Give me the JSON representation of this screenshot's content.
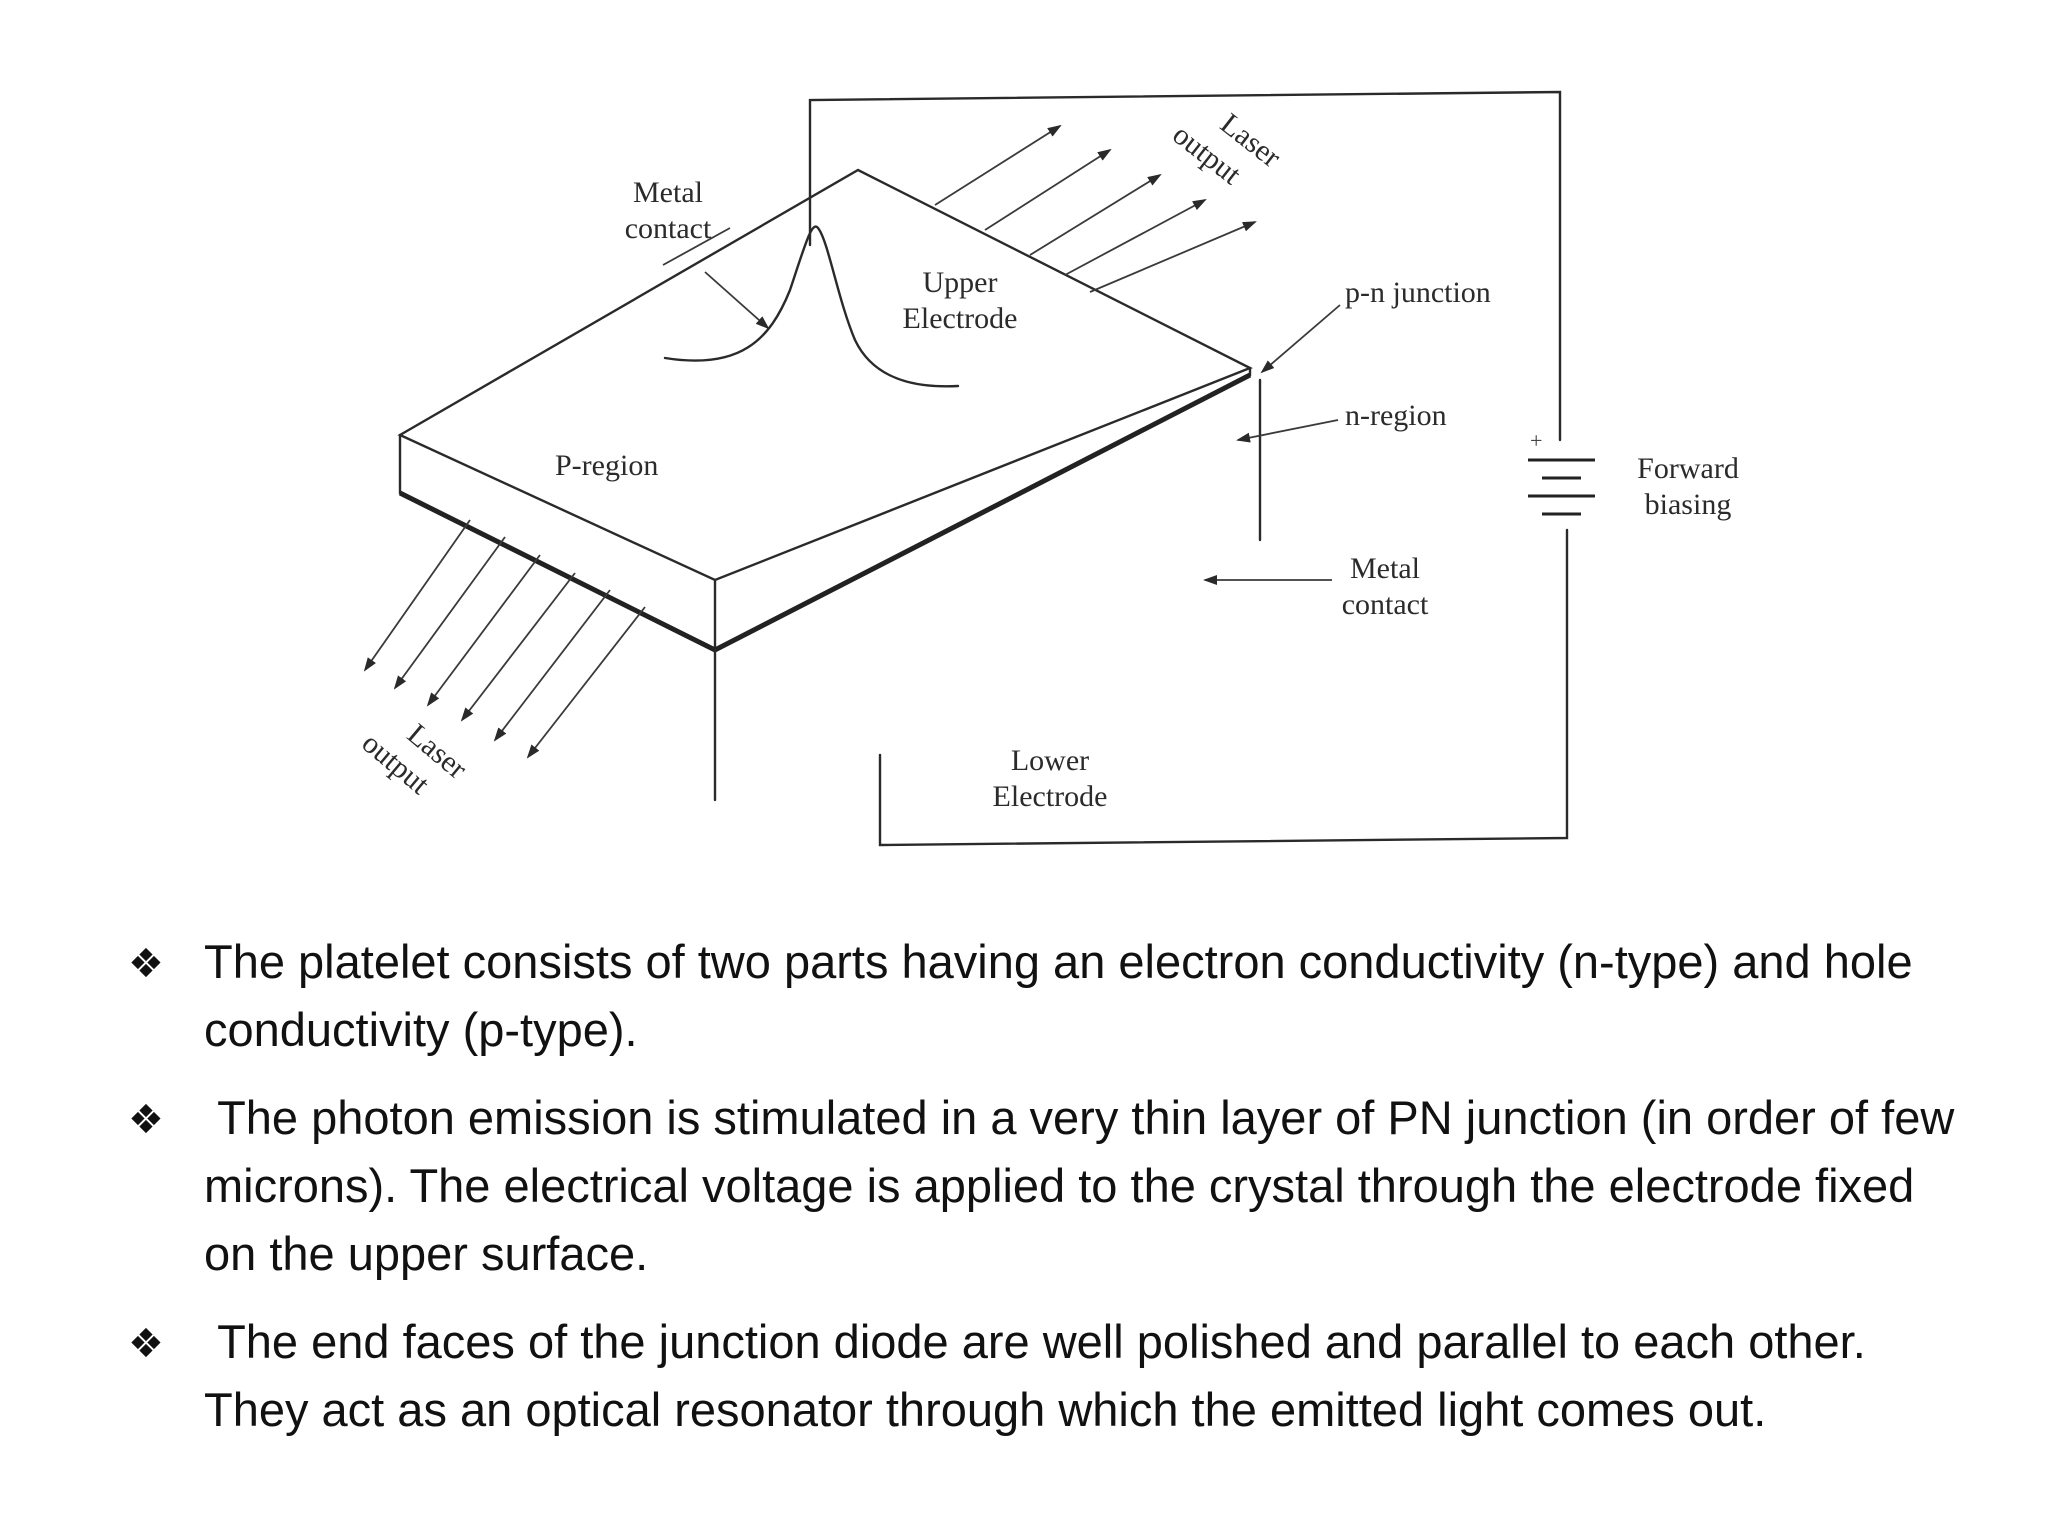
{
  "diagram": {
    "labels": {
      "metal_contact_top": [
        "Metal",
        "contact"
      ],
      "upper_electrode": [
        "Upper",
        "Electrode"
      ],
      "laser_output_top": [
        "Laser",
        "output"
      ],
      "pn_junction": "p-n junction",
      "n_region": "n-region",
      "p_region": "P-region",
      "forward_biasing": [
        "Forward",
        "biasing"
      ],
      "metal_contact_bottom": [
        "Metal",
        "contact"
      ],
      "laser_output_left": [
        "Laser",
        "output"
      ],
      "lower_electrode": [
        "Lower",
        "Electrode"
      ]
    }
  },
  "bullets": [
    {
      "icon": "diamond-bullet-icon",
      "text": "The platelet consists of two parts having an electron conductivity (n-type) and hole conductivity (p-type)."
    },
    {
      "icon": "diamond-bullet-icon",
      "text": " The photon emission is stimulated in a very thin layer of PN junction (in order of few microns). The electrical voltage is applied to the crystal through the electrode fixed on the upper surface."
    },
    {
      "icon": "diamond-bullet-icon",
      "text": " The end faces of the junction diode are well polished and parallel to each other. They act as an optical resonator through which the emitted light comes out."
    }
  ]
}
